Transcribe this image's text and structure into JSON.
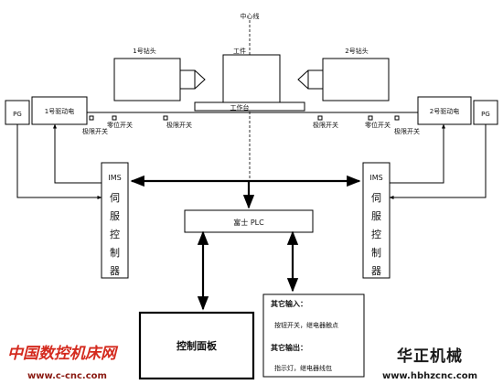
{
  "diagram": {
    "center_axis_label": "中心线",
    "workpiece_label": "工件",
    "worktable_label": "工作台",
    "drill_head_left": "1号钻头",
    "drill_head_right": "2号钻头",
    "pg_left": "PG",
    "pg_right": "PG",
    "motor_left": "1号驱动电",
    "motor_right": "2号驱动电",
    "limit_switch": "极限开关",
    "zero_switch": "零位开关",
    "servo_left": [
      "IMS",
      "伺",
      "服",
      "控",
      "制",
      "器"
    ],
    "servo_right": [
      "IMS",
      "伺",
      "服",
      "控",
      "制",
      "器"
    ],
    "plc_label": "富士 PLC",
    "control_panel_label": "控制面板",
    "other_io": {
      "input_title": "其它输入：",
      "input_detail": "按钮开关，继电器触点",
      "output_title": "其它输出：",
      "output_detail": "指示灯，继电器线包"
    }
  },
  "watermarks": {
    "left_brand": "中国数控机床网",
    "left_url": "www.c-cnc.com",
    "right_brand": "华正机械",
    "right_url": "www.hbhzcnc.com"
  }
}
